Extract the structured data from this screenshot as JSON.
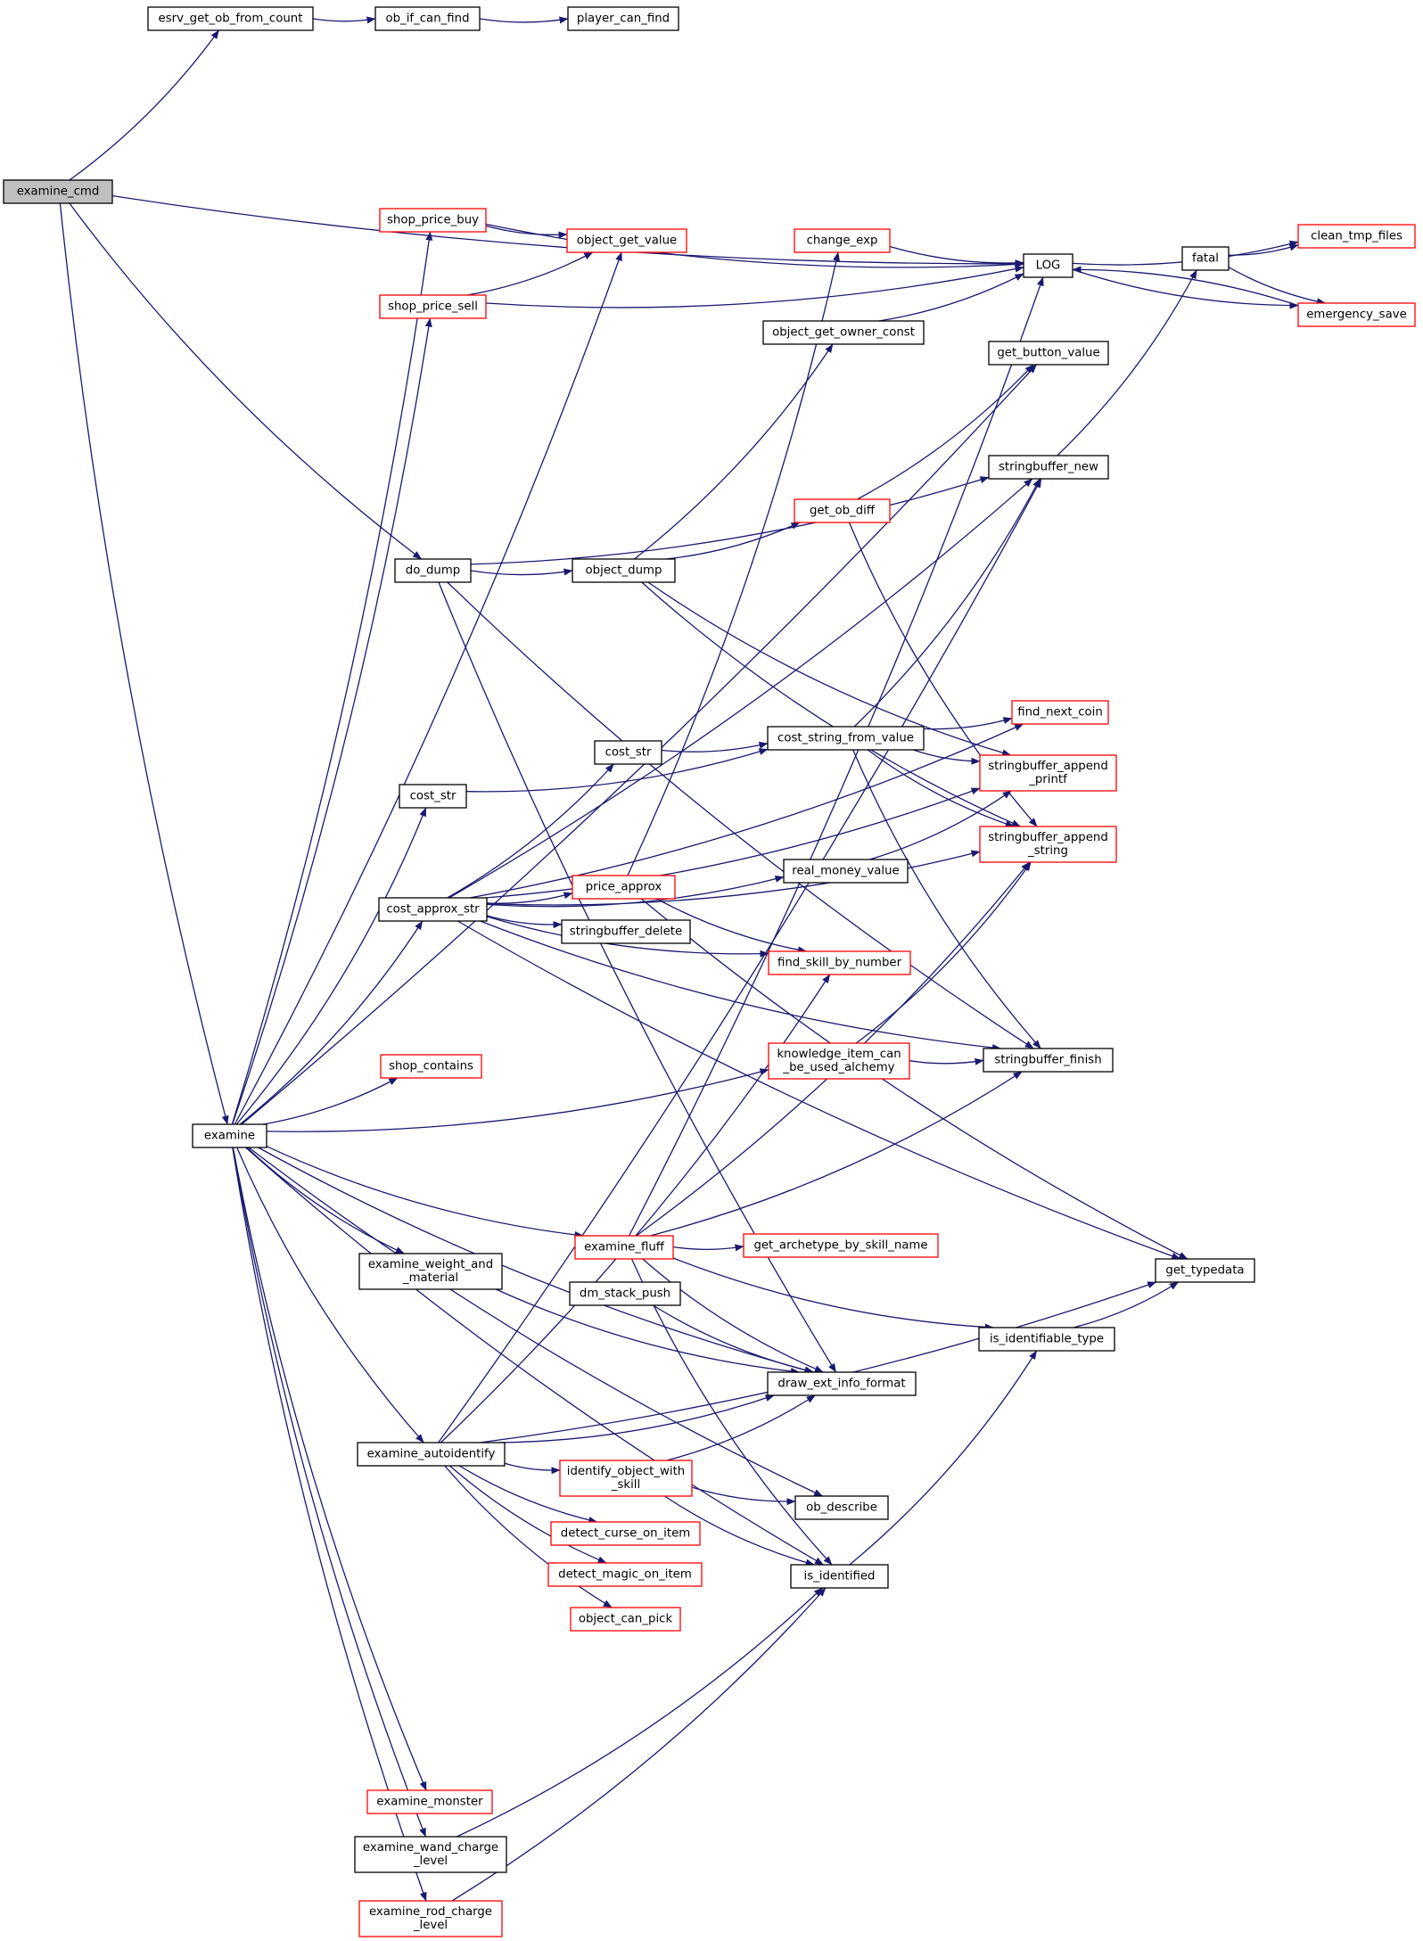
{
  "colors": {
    "edge": "#191970",
    "border_black": "#000000",
    "border_red": "#ff0000",
    "root_fill": "#bfbfbf",
    "node_fill": "#ffffff"
  },
  "nodes": [
    {
      "id": "examine_cmd",
      "label": "examine_cmd",
      "border": "black",
      "root": true
    },
    {
      "id": "esrv_get_ob_from_count",
      "label": "esrv_get_ob_from_count",
      "border": "black"
    },
    {
      "id": "ob_if_can_find",
      "label": "ob_if_can_find",
      "border": "black"
    },
    {
      "id": "player_can_find",
      "label": "player_can_find",
      "border": "black"
    },
    {
      "id": "LOG",
      "label": "LOG",
      "border": "black"
    },
    {
      "id": "fatal",
      "label": "fatal",
      "border": "black"
    },
    {
      "id": "clean_tmp_files",
      "label": "clean_tmp_files",
      "border": "red"
    },
    {
      "id": "emergency_save",
      "label": "emergency_save",
      "border": "red"
    },
    {
      "id": "shop_price_buy",
      "label": "shop_price_buy",
      "border": "red"
    },
    {
      "id": "object_get_value",
      "label": "object_get_value",
      "border": "red"
    },
    {
      "id": "shop_price_sell",
      "label": "shop_price_sell",
      "border": "red"
    },
    {
      "id": "change_exp",
      "label": "change_exp",
      "border": "red"
    },
    {
      "id": "object_get_owner_const",
      "label": "object_get_owner_const",
      "border": "black"
    },
    {
      "id": "get_button_value",
      "label": "get_button_value",
      "border": "black"
    },
    {
      "id": "stringbuffer_new",
      "label": "stringbuffer_new",
      "border": "black"
    },
    {
      "id": "get_ob_diff",
      "label": "get_ob_diff",
      "border": "red"
    },
    {
      "id": "do_dump",
      "label": "do_dump",
      "border": "black"
    },
    {
      "id": "object_dump",
      "label": "object_dump",
      "border": "black"
    },
    {
      "id": "find_next_coin",
      "label": "find_next_coin",
      "border": "red"
    },
    {
      "id": "cost_str_a",
      "label": "cost_str",
      "border": "black"
    },
    {
      "id": "cost_string_from_value",
      "label": "cost_string_from_value",
      "border": "black"
    },
    {
      "id": "stringbuffer_append_printf",
      "label": [
        "stringbuffer_append",
        "_printf"
      ],
      "border": "red"
    },
    {
      "id": "cost_str_b",
      "label": "cost_str",
      "border": "black"
    },
    {
      "id": "stringbuffer_append_string",
      "label": [
        "stringbuffer_append",
        "_string"
      ],
      "border": "red"
    },
    {
      "id": "real_money_value",
      "label": "real_money_value",
      "border": "black"
    },
    {
      "id": "price_approx",
      "label": "price_approx",
      "border": "red"
    },
    {
      "id": "cost_approx_str",
      "label": "cost_approx_str",
      "border": "black"
    },
    {
      "id": "stringbuffer_delete",
      "label": "stringbuffer_delete",
      "border": "black"
    },
    {
      "id": "find_skill_by_number",
      "label": "find_skill_by_number",
      "border": "red"
    },
    {
      "id": "knowledge_item_can_be_used_alchemy",
      "label": [
        "knowledge_item_can",
        "_be_used_alchemy"
      ],
      "border": "red"
    },
    {
      "id": "stringbuffer_finish",
      "label": "stringbuffer_finish",
      "border": "black"
    },
    {
      "id": "shop_contains",
      "label": "shop_contains",
      "border": "red"
    },
    {
      "id": "examine",
      "label": "examine",
      "border": "black"
    },
    {
      "id": "examine_fluff",
      "label": "examine_fluff",
      "border": "red"
    },
    {
      "id": "get_archetype_by_skill_name",
      "label": "get_archetype_by_skill_name",
      "border": "red"
    },
    {
      "id": "get_typedata",
      "label": "get_typedata",
      "border": "black"
    },
    {
      "id": "examine_weight_and_material",
      "label": [
        "examine_weight_and",
        "_material"
      ],
      "border": "black"
    },
    {
      "id": "dm_stack_push",
      "label": "dm_stack_push",
      "border": "black"
    },
    {
      "id": "is_identifiable_type",
      "label": "is_identifiable_type",
      "border": "black"
    },
    {
      "id": "draw_ext_info_format",
      "label": "draw_ext_info_format",
      "border": "black"
    },
    {
      "id": "examine_autoidentify",
      "label": "examine_autoidentify",
      "border": "black"
    },
    {
      "id": "identify_object_with_skill",
      "label": [
        "identify_object_with",
        "_skill"
      ],
      "border": "red"
    },
    {
      "id": "ob_describe",
      "label": "ob_describe",
      "border": "black"
    },
    {
      "id": "detect_curse_on_item",
      "label": "detect_curse_on_item",
      "border": "red"
    },
    {
      "id": "is_identified",
      "label": "is_identified",
      "border": "black"
    },
    {
      "id": "detect_magic_on_item",
      "label": "detect_magic_on_item",
      "border": "red"
    },
    {
      "id": "object_can_pick",
      "label": "object_can_pick",
      "border": "red"
    },
    {
      "id": "examine_monster",
      "label": "examine_monster",
      "border": "red"
    },
    {
      "id": "examine_wand_charge_level",
      "label": [
        "examine_wand_charge",
        "_level"
      ],
      "border": "black"
    },
    {
      "id": "examine_rod_charge_level",
      "label": [
        "examine_rod_charge",
        "_level"
      ],
      "border": "red"
    }
  ],
  "edges": [
    [
      "examine_cmd",
      "esrv_get_ob_from_count"
    ],
    [
      "examine_cmd",
      "LOG"
    ],
    [
      "examine_cmd",
      "do_dump"
    ],
    [
      "examine_cmd",
      "examine"
    ],
    [
      "esrv_get_ob_from_count",
      "ob_if_can_find"
    ],
    [
      "ob_if_can_find",
      "player_can_find"
    ],
    [
      "LOG",
      "clean_tmp_files"
    ],
    [
      "LOG",
      "emergency_save"
    ],
    [
      "fatal",
      "clean_tmp_files"
    ],
    [
      "fatal",
      "emergency_save"
    ],
    [
      "emergency_save",
      "LOG"
    ],
    [
      "shop_price_buy",
      "object_get_value"
    ],
    [
      "shop_price_buy",
      "LOG"
    ],
    [
      "shop_price_sell",
      "object_get_value"
    ],
    [
      "shop_price_sell",
      "LOG"
    ],
    [
      "change_exp",
      "LOG"
    ],
    [
      "object_get_owner_const",
      "LOG"
    ],
    [
      "stringbuffer_new",
      "fatal"
    ],
    [
      "get_ob_diff",
      "get_button_value"
    ],
    [
      "get_ob_diff",
      "stringbuffer_append_string"
    ],
    [
      "do_dump",
      "object_dump"
    ],
    [
      "do_dump",
      "stringbuffer_new"
    ],
    [
      "do_dump",
      "stringbuffer_finish"
    ],
    [
      "do_dump",
      "draw_ext_info_format"
    ],
    [
      "object_dump",
      "object_get_owner_const"
    ],
    [
      "object_dump",
      "get_ob_diff"
    ],
    [
      "object_dump",
      "stringbuffer_append_printf"
    ],
    [
      "object_dump",
      "stringbuffer_append_string"
    ],
    [
      "cost_str_a",
      "cost_string_from_value"
    ],
    [
      "cost_str_b",
      "cost_string_from_value"
    ],
    [
      "cost_string_from_value",
      "find_next_coin"
    ],
    [
      "cost_string_from_value",
      "stringbuffer_new"
    ],
    [
      "cost_string_from_value",
      "stringbuffer_append_printf"
    ],
    [
      "cost_string_from_value",
      "stringbuffer_append_string"
    ],
    [
      "cost_string_from_value",
      "stringbuffer_finish"
    ],
    [
      "real_money_value",
      "stringbuffer_append_printf"
    ],
    [
      "price_approx",
      "change_exp"
    ],
    [
      "price_approx",
      "find_skill_by_number"
    ],
    [
      "price_approx",
      "get_typedata"
    ],
    [
      "cost_approx_str",
      "stringbuffer_new"
    ],
    [
      "cost_approx_str",
      "find_next_coin"
    ],
    [
      "cost_approx_str",
      "cost_str_b"
    ],
    [
      "cost_approx_str",
      "stringbuffer_append_printf"
    ],
    [
      "cost_approx_str",
      "real_money_value"
    ],
    [
      "cost_approx_str",
      "price_approx"
    ],
    [
      "cost_approx_str",
      "stringbuffer_delete"
    ],
    [
      "cost_approx_str",
      "find_skill_by_number"
    ],
    [
      "cost_approx_str",
      "stringbuffer_append_string"
    ],
    [
      "cost_approx_str",
      "stringbuffer_finish"
    ],
    [
      "cost_approx_str",
      "get_typedata"
    ],
    [
      "knowledge_item_can_be_used_alchemy",
      "stringbuffer_append_string"
    ],
    [
      "knowledge_item_can_be_used_alchemy",
      "stringbuffer_finish"
    ],
    [
      "examine",
      "shop_price_buy"
    ],
    [
      "examine",
      "object_get_value"
    ],
    [
      "examine",
      "shop_price_sell"
    ],
    [
      "examine",
      "get_button_value"
    ],
    [
      "examine",
      "cost_str_a"
    ],
    [
      "examine",
      "cost_approx_str"
    ],
    [
      "examine",
      "shop_contains"
    ],
    [
      "examine",
      "knowledge_item_can_be_used_alchemy"
    ],
    [
      "examine",
      "examine_fluff"
    ],
    [
      "examine",
      "examine_weight_and_material"
    ],
    [
      "examine",
      "draw_ext_info_format"
    ],
    [
      "examine",
      "examine_autoidentify"
    ],
    [
      "examine",
      "ob_describe"
    ],
    [
      "examine",
      "is_identified"
    ],
    [
      "examine",
      "examine_monster"
    ],
    [
      "examine",
      "examine_wand_charge_level"
    ],
    [
      "examine",
      "examine_rod_charge_level"
    ],
    [
      "examine_fluff",
      "LOG"
    ],
    [
      "examine_fluff",
      "stringbuffer_append_string"
    ],
    [
      "examine_fluff",
      "get_archetype_by_skill_name"
    ],
    [
      "examine_fluff",
      "stringbuffer_finish"
    ],
    [
      "examine_fluff",
      "is_identifiable_type"
    ],
    [
      "examine_fluff",
      "draw_ext_info_format"
    ],
    [
      "examine_fluff",
      "is_identified"
    ],
    [
      "examine_weight_and_material",
      "draw_ext_info_format"
    ],
    [
      "dm_stack_push",
      "draw_ext_info_format"
    ],
    [
      "is_identifiable_type",
      "get_typedata"
    ],
    [
      "is_identified",
      "is_identifiable_type"
    ],
    [
      "examine_autoidentify",
      "stringbuffer_new"
    ],
    [
      "examine_autoidentify",
      "find_skill_by_number"
    ],
    [
      "examine_autoidentify",
      "draw_ext_info_format"
    ],
    [
      "examine_autoidentify",
      "identify_object_with_skill"
    ],
    [
      "examine_autoidentify",
      "detect_curse_on_item"
    ],
    [
      "examine_autoidentify",
      "detect_magic_on_item"
    ],
    [
      "examine_autoidentify",
      "object_can_pick"
    ],
    [
      "examine_autoidentify",
      "get_typedata"
    ],
    [
      "identify_object_with_skill",
      "draw_ext_info_format"
    ],
    [
      "identify_object_with_skill",
      "ob_describe"
    ],
    [
      "identify_object_with_skill",
      "is_identified"
    ],
    [
      "examine_wand_charge_level",
      "is_identified"
    ],
    [
      "examine_rod_charge_level",
      "is_identified"
    ]
  ]
}
